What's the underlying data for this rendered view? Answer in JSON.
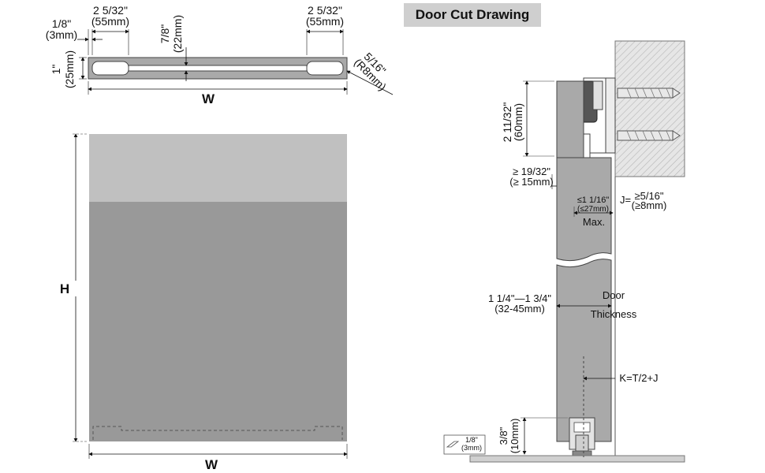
{
  "title": "Door Cut Drawing",
  "top_view": {
    "edge_offset": [
      "1/8\"",
      "(3mm)"
    ],
    "slot_left": [
      "2 5/32\"",
      "(55mm)"
    ],
    "slot_right": [
      "2 5/32\"",
      "(55mm)"
    ],
    "groove_width": [
      "7/8\"",
      "(22mm)"
    ],
    "thickness": [
      "1\"",
      "(25mm)"
    ],
    "radius": [
      "5/16\"",
      "(R8mm)"
    ],
    "width_label": "W"
  },
  "front_view": {
    "height_label": "H",
    "width_label": "W"
  },
  "side_view": {
    "track_height": [
      "2 11/32\"",
      "(60mm)"
    ],
    "top_gap": [
      "≥ 19/32\"",
      "(≥ 15mm)"
    ],
    "max_offset": [
      "≤1 1/16\"",
      "(≤27mm)"
    ],
    "max_label": "Max.",
    "j_prefix": "J=",
    "j_value": [
      "≥5/16\"",
      "(≥8mm)"
    ],
    "door_thickness_range": [
      "1 1/4\"—1 3/4\"",
      "(32-45mm)"
    ],
    "door_thickness_label": [
      "Door",
      "Thickness"
    ],
    "k_formula": "K=T/2+J",
    "floor_guide_height": [
      "3/8\"",
      "(10mm)"
    ],
    "floor_gap": [
      "1/8\"",
      "(3mm)"
    ]
  },
  "colors": {
    "door_dark": "#999999",
    "door_light": "#c0c0c0",
    "door_side": "#a9a9a9",
    "title_bg": "#cfcfcf",
    "wall_hatch": "#b5b5b5"
  }
}
